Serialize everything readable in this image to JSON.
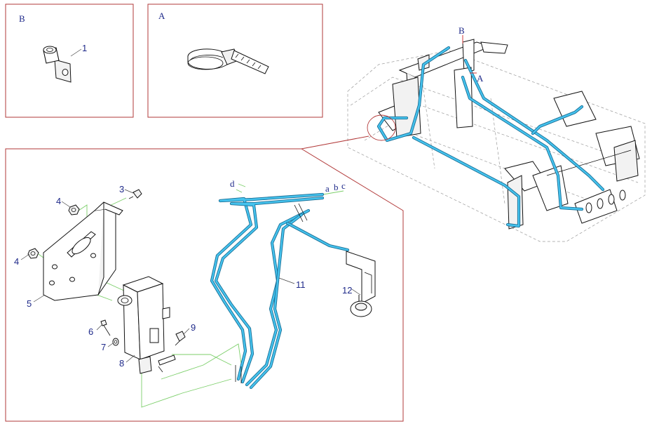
{
  "detail_b": {
    "letter": "B",
    "callout": "1"
  },
  "detail_a": {
    "letter": "A"
  },
  "assembly": {
    "callouts": [
      "3",
      "4",
      "4",
      "5",
      "6",
      "7",
      "8",
      "9",
      "11",
      "12"
    ],
    "line_ends": [
      "a",
      "b",
      "c",
      "d"
    ]
  },
  "chassis": {
    "view_markers": [
      "B",
      "A"
    ]
  },
  "colors": {
    "frame_border": "#b23a3a",
    "label_text": "#1f2a8a",
    "hose": "#45c3ee",
    "hose_edge": "#1a6f96",
    "guide_line": "#7ccf6a",
    "marker_arrow": "#d23a3a"
  }
}
